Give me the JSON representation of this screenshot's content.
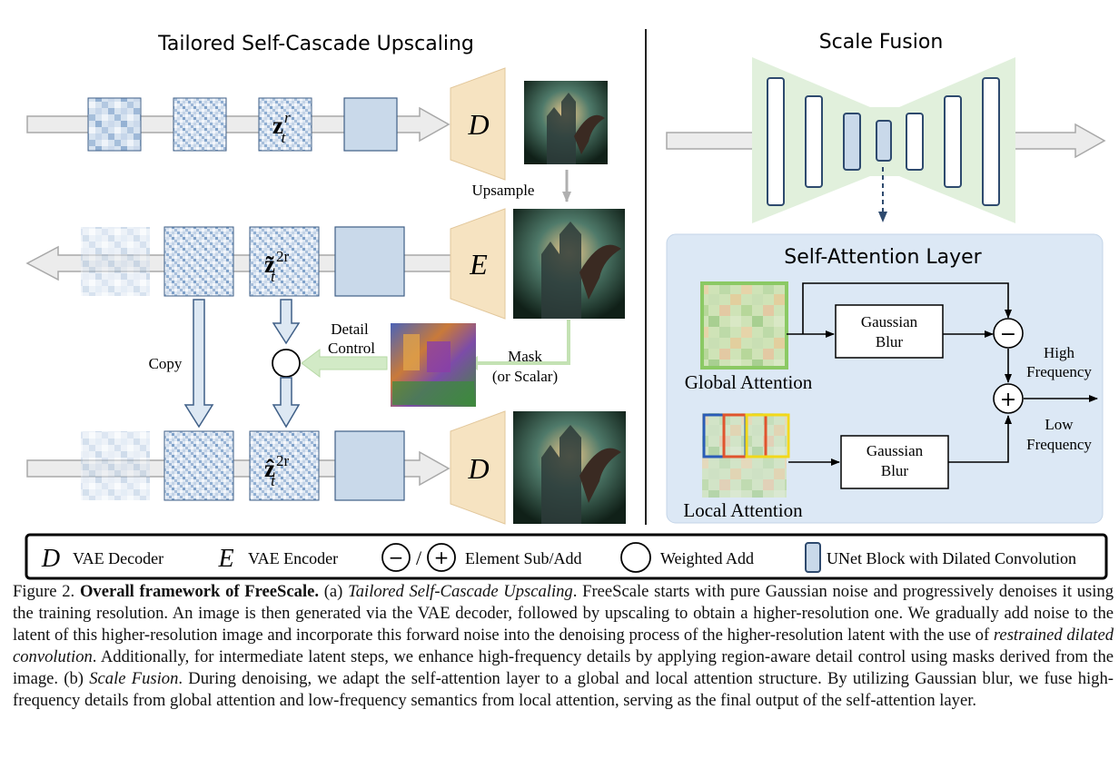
{
  "left_panel": {
    "title": "Tailored Self-Cascade Upscaling",
    "decoder_symbol": "D",
    "encoder_symbol": "E",
    "latent_top": {
      "base": "z",
      "sup": "r",
      "sub": "t"
    },
    "latent_mid": {
      "base": "z̃",
      "sup": "2r",
      "sub": "t"
    },
    "latent_bot": {
      "base": "ẑ",
      "sup": "2r",
      "sub": "t"
    },
    "label_upsample": "Upsample",
    "label_copy": "Copy",
    "label_detail_1": "Detail",
    "label_detail_2": "Control",
    "label_mask_1": "Mask",
    "label_mask_2": "(or Scalar)"
  },
  "right_panel": {
    "title": "Scale Fusion",
    "attention_title": "Self-Attention Layer",
    "gaussian_1": "Gaussian",
    "gaussian_2": "Blur",
    "global_attention": "Global Attention",
    "local_attention": "Local Attention",
    "high_1": "High",
    "high_2": "Frequency",
    "low_1": "Low",
    "low_2": "Frequency",
    "minus": "−",
    "plus": "+"
  },
  "legend": {
    "decoder_symbol": "D",
    "decoder_label": "VAE Decoder",
    "encoder_symbol": "E",
    "encoder_label": "VAE Encoder",
    "sub_add_sep": "/",
    "sub_add_label": "Element Sub/Add",
    "weighted_label": "Weighted Add",
    "unet_label": "UNet Block with Dilated Convolution"
  },
  "caption": {
    "fig_label": "Figure 2.",
    "bold_title": "Overall framework of FreeScale.",
    "p1": "(a)",
    "i1": "Tailored Self-Cascade Upscaling",
    "p2": ". FreeScale starts with pure Gaussian noise and progressively denoises it using the training resolution. An image is then generated via the VAE decoder, followed by upscaling to obtain a higher-resolution one. We gradually add noise to the latent of this higher-resolution image and incorporate this forward noise into the denoising process of the higher-resolution latent with the use of",
    "i2": "restrained dilated convolution",
    "p3": ". Additionally, for intermediate latent steps, we enhance high-frequency details by applying region-aware detail control using masks derived from the image. (b)",
    "i3": "Scale Fusion",
    "p4": ". During denoising, we adapt the self-attention layer to a global and local attention structure. By utilizing Gaussian blur, we fuse high-frequency details from global attention and low-frequency semantics from local attention, serving as the final output of the self-attention layer."
  },
  "colors": {
    "block_fill": "#c9d9ea",
    "block_stroke": "#3f5f87",
    "decoder_fill": "#f6e3c1",
    "unet_fill": "#e1f0dc",
    "attention_bg": "#dce8f5",
    "mask_arrow": "#c4e2b4",
    "global_border": "#8bc964"
  }
}
